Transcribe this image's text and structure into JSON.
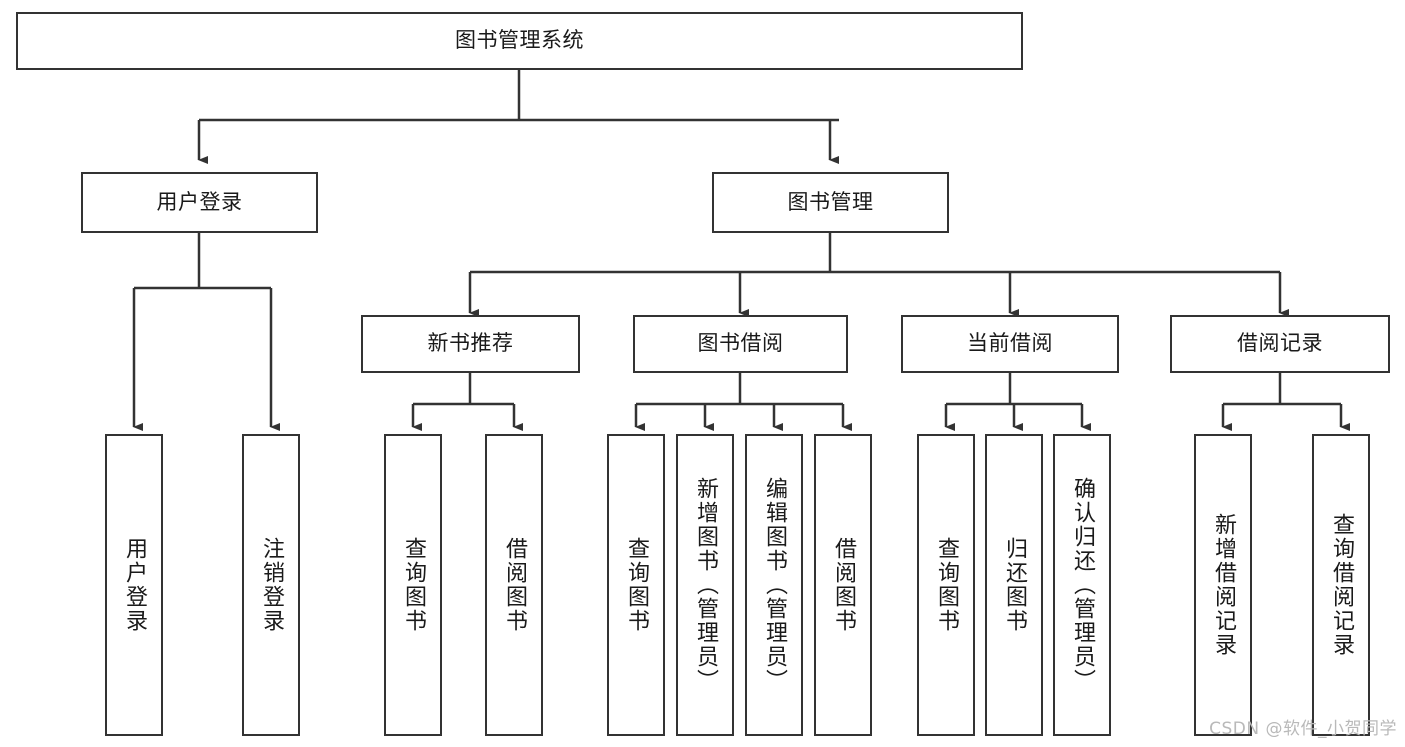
{
  "diagram": {
    "title": "图书管理系统",
    "watermark": "CSDN @软件_小贺同学",
    "colors": {
      "border": "#333333",
      "fill": "#ffffff",
      "text": "#1a1a1a",
      "edge": "#333333",
      "watermark": "#b9b9b9"
    },
    "root": {
      "label": "图书管理系统"
    },
    "level2": [
      {
        "label": "用户登录"
      },
      {
        "label": "图书管理"
      }
    ],
    "level3": [
      {
        "label": "新书推荐"
      },
      {
        "label": "图书借阅"
      },
      {
        "label": "当前借阅"
      },
      {
        "label": "借阅记录"
      }
    ],
    "leaves": {
      "user_login": [
        {
          "label": "用户登录"
        },
        {
          "label": "注销登录"
        }
      ],
      "new_book_recommend": [
        {
          "label": "查询图书"
        },
        {
          "label": "借阅图书"
        }
      ],
      "book_borrow": [
        {
          "label": "查询图书"
        },
        {
          "label": "新增图书（管理员）"
        },
        {
          "label": "编辑图书（管理员）"
        },
        {
          "label": "借阅图书"
        }
      ],
      "current_borrow": [
        {
          "label": "查询图书"
        },
        {
          "label": "归还图书"
        },
        {
          "label": "确认归还（管理员）"
        }
      ],
      "borrow_record": [
        {
          "label": "新增借阅记录"
        },
        {
          "label": "查询借阅记录"
        }
      ]
    }
  }
}
